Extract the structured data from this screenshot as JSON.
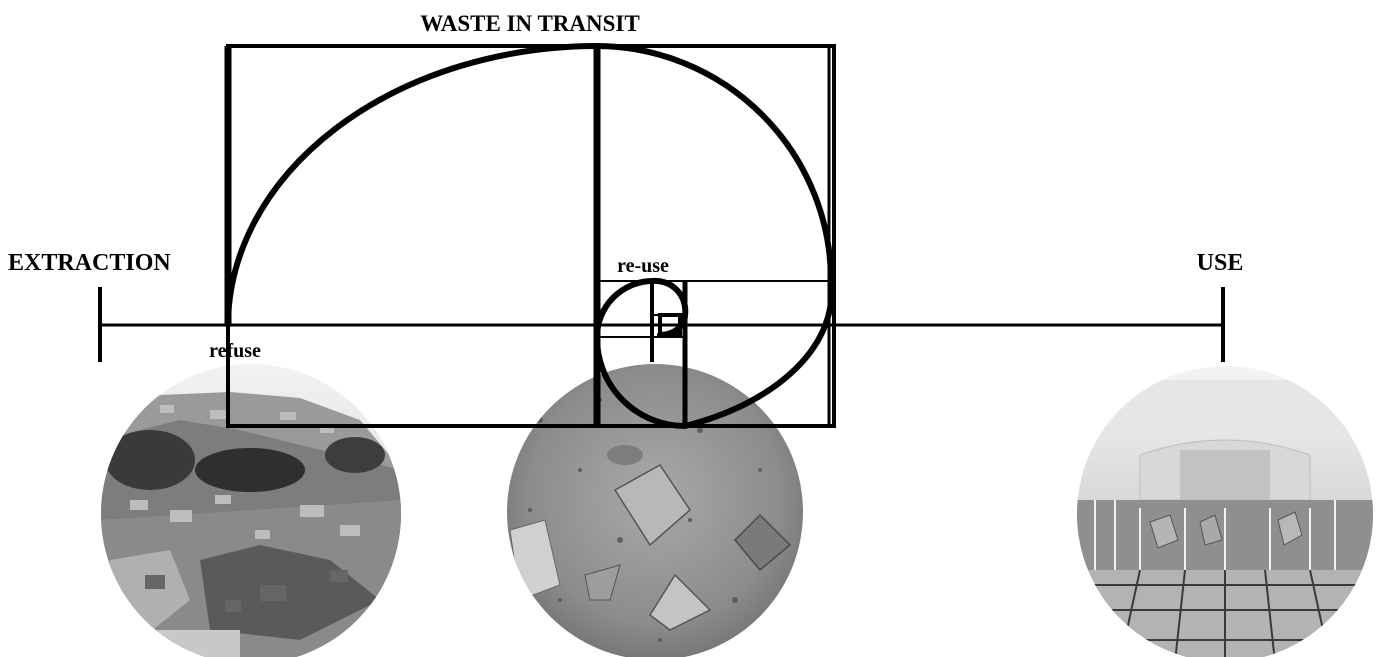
{
  "labels": {
    "title": "WASTE IN TRANSIT",
    "left": "EXTRACTION",
    "right": "USE",
    "refuse": "refuse",
    "reuse": "re-use"
  },
  "photos": [
    {
      "name": "quarry-rubble-photo",
      "subject": "quarry rubble pile"
    },
    {
      "name": "stone-texture-photo",
      "subject": "stone surface with inclusions"
    },
    {
      "name": "interior-room-photo",
      "subject": "vaulted interior with stone panels"
    }
  ],
  "colors": {
    "ink": "#000000",
    "background": "#ffffff"
  }
}
